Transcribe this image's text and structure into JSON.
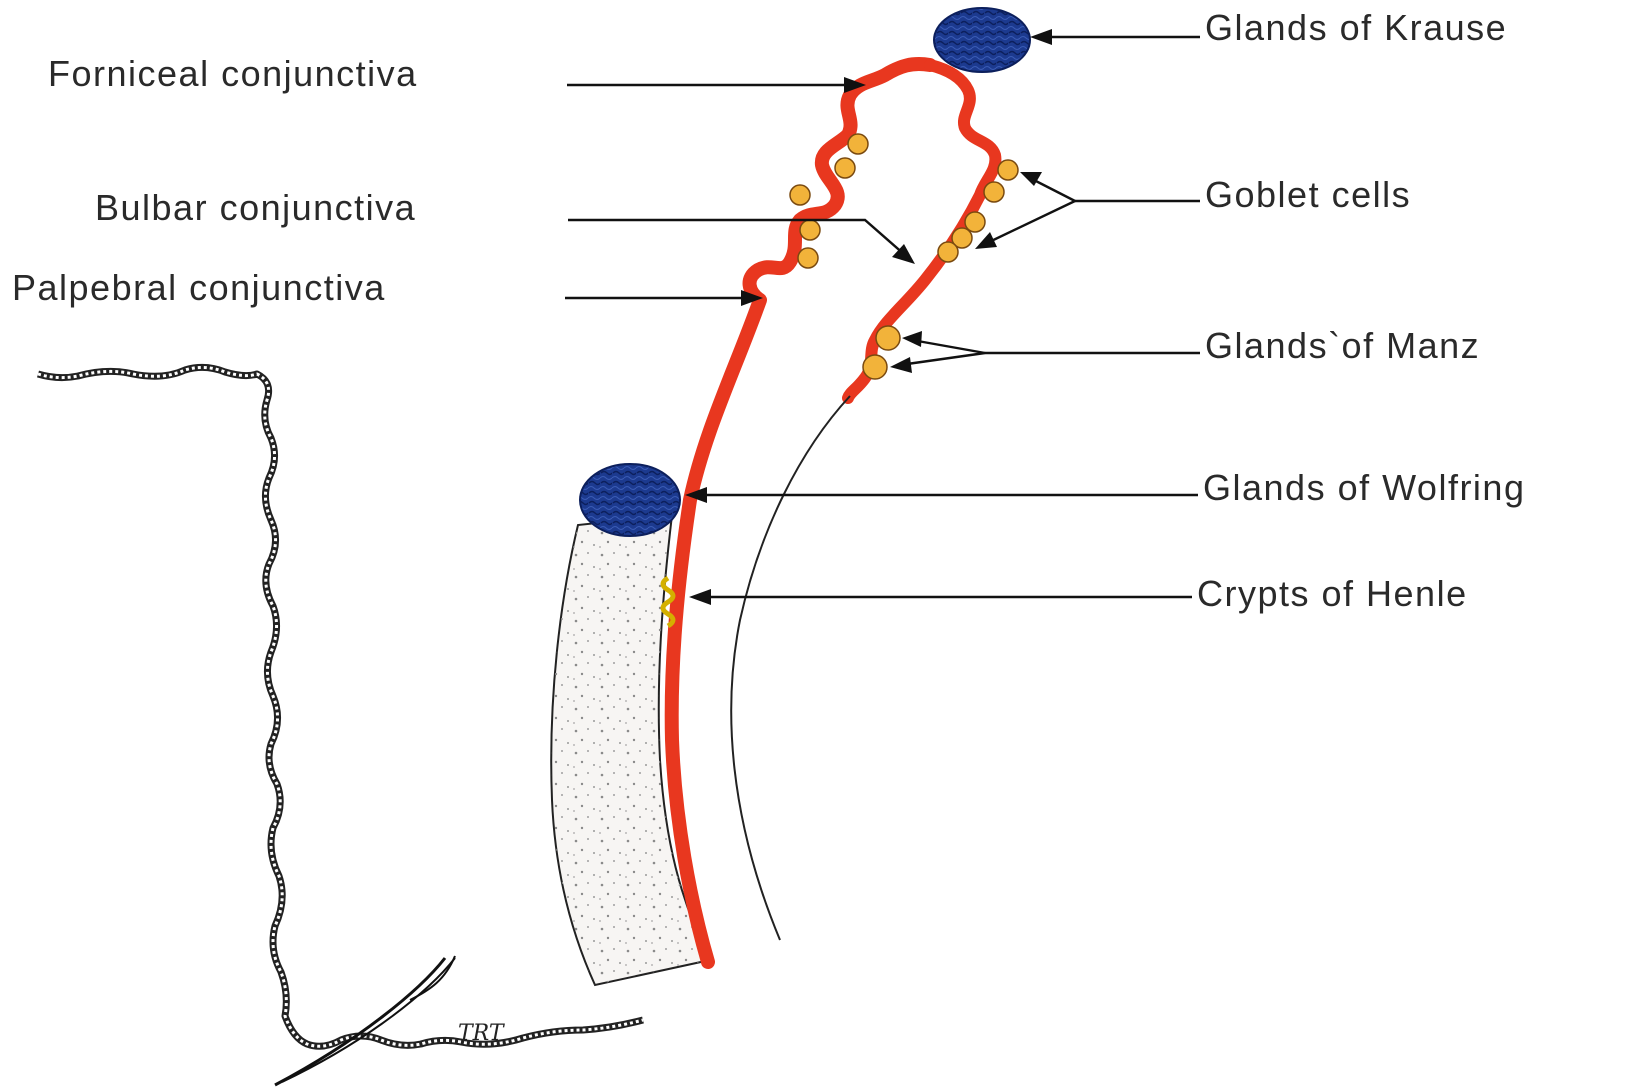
{
  "labels": {
    "glands_of_krause": "Glands of Krause",
    "forniceal_conjunctiva": "Forniceal conjunctiva",
    "bulbar_conjunctiva": "Bulbar conjunctiva",
    "goblet_cells": "Goblet cells",
    "palpebral_conjunctiva": "Palpebral conjunctiva",
    "glands_of_manz": "Glands`of Manz",
    "glands_of_wolfring": "Glands of Wolfring",
    "crypts_of_henle": "Crypts of Henle"
  },
  "signature": "TRT",
  "colors": {
    "conjunctiva": "#e8371f",
    "gland": "#1c3a8f",
    "goblet_cell": "#f2b33a",
    "tarsus_fill": "#f7f5f3",
    "skin_line": "#222222"
  }
}
